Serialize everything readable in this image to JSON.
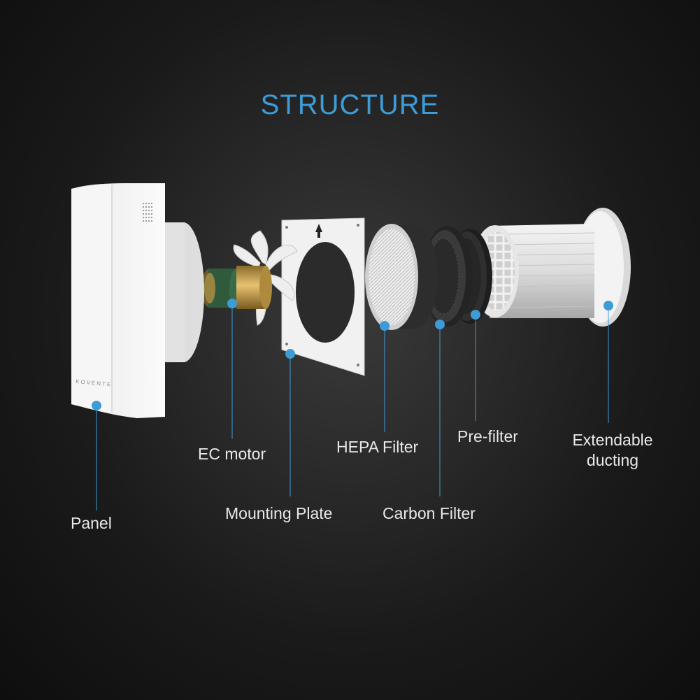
{
  "title": "STRUCTURE",
  "colors": {
    "accent": "#3d9cd8",
    "label_text": "#e8e8e8",
    "background": "#1a1a1a"
  },
  "panel_logo": "KOVENTE",
  "components": [
    {
      "id": "panel",
      "label": "Panel"
    },
    {
      "id": "ec-motor",
      "label": "EC motor"
    },
    {
      "id": "mounting-plate",
      "label": "Mounting Plate"
    },
    {
      "id": "hepa-filter",
      "label": "HEPA Filter"
    },
    {
      "id": "carbon-filter",
      "label": "Carbon Filter"
    },
    {
      "id": "pre-filter",
      "label": "Pre-filter"
    },
    {
      "id": "extendable-ducting",
      "label_line1": "Extendable",
      "label_line2": "ducting"
    }
  ]
}
